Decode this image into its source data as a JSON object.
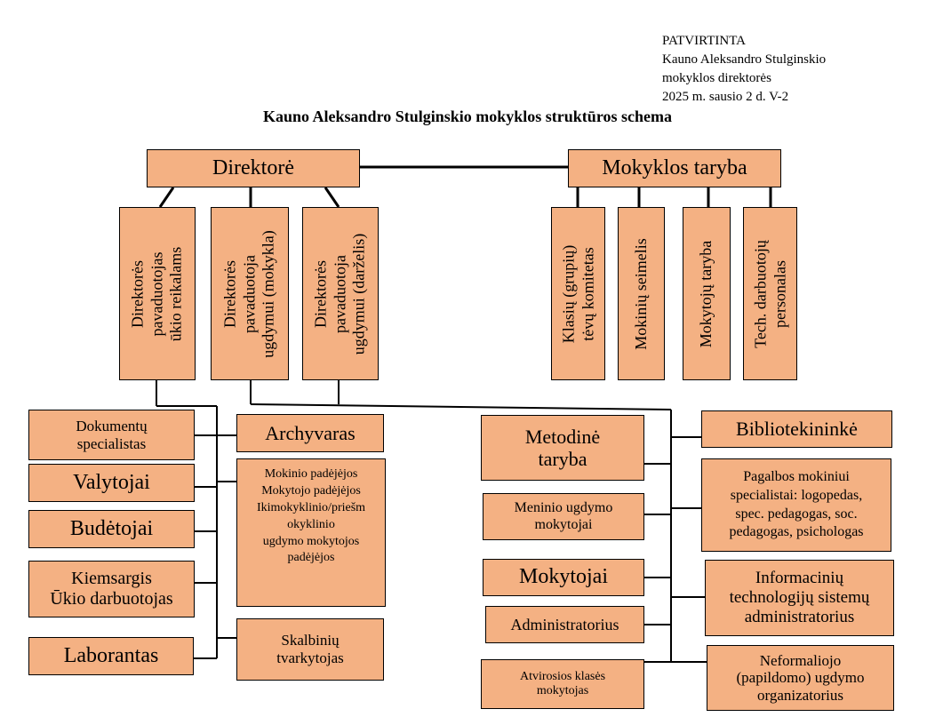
{
  "approval": {
    "line1": "PATVIRTINTA",
    "line2": "Kauno Aleksandro Stulginskio",
    "line3": "mokyklos direktorės",
    "line4": "2025 m. sausio 2 d. V-2"
  },
  "title": "Kauno Aleksandro Stulginskio mokyklos struktūros schema",
  "top": {
    "director": "Direktorė",
    "council": "Mokyklos taryba"
  },
  "deputies": [
    {
      "lines": [
        "Direktorės",
        "pavaduotojas",
        "ūkio reikalams"
      ]
    },
    {
      "lines": [
        "Direktorės",
        "pavaduotoja",
        "ugdymui (mokykla)"
      ]
    },
    {
      "lines": [
        "Direktorės",
        "pavaduotoja",
        "ugdymui (darželis)"
      ]
    }
  ],
  "council_members": [
    {
      "lines": [
        "Klasių (grupių)",
        "tėvų komitetas"
      ]
    },
    {
      "lines": [
        "Mokinių seimelis"
      ]
    },
    {
      "lines": [
        "Mokytojų taryba"
      ]
    },
    {
      "lines": [
        "Tech. darbuotojų",
        "personalas"
      ]
    }
  ],
  "left_column": {
    "documents": "Dokumentų\nspecialistas",
    "cleaners": "Valytojai",
    "duty": "Budėtojai",
    "yard": "Kiemsargis\nŪkio darbuotojas",
    "lab": "Laborantas"
  },
  "middle_column": {
    "archive": "Archyvaras",
    "assistants": "Mokinio padėjėjos\nMokytojo padėjėjos\nIkimokyklinio/priešm\nokyklinio\nugdymo mokytojos\npadėjėjos",
    "laundry": "Skalbinių\ntvarkytojas"
  },
  "right_left_column": {
    "methodical": "Metodinė\ntaryba",
    "art_teachers": "Meninio ugdymo\nmokytojai",
    "teachers": "Mokytojai",
    "admin": "Administratorius",
    "open_class": "Atvirosios klasės\nmokytojas"
  },
  "right_column": {
    "librarian": "Bibliotekininkė",
    "support": "Pagalbos mokiniui\nspecialistai: logopedas,\nspec. pedagogas, soc.\npedagogas, psichologas",
    "it": "Informacinių\ntechnologijų sistemų\nadministratorius",
    "nonformal": "Neformaliojo\n(papildomo) ugdymo\norganizatorius"
  },
  "colors": {
    "box_fill": "#f4b183",
    "line": "#000000"
  }
}
